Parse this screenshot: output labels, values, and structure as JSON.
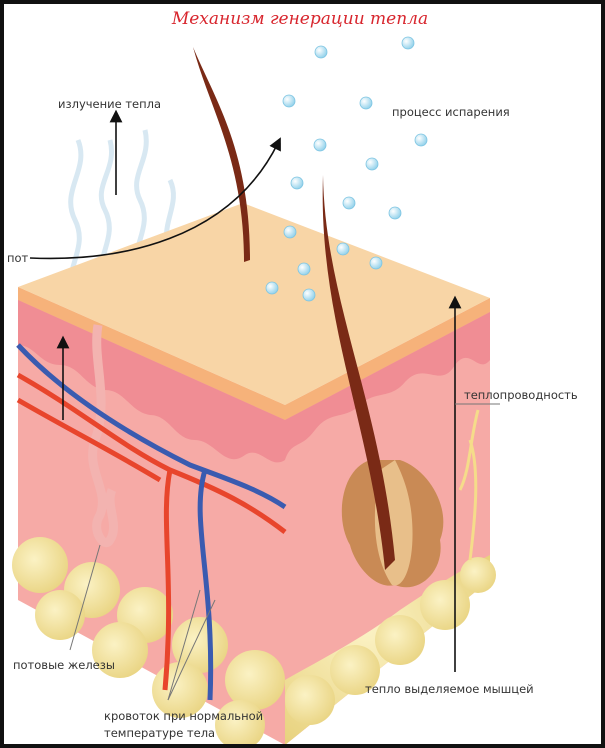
{
  "title": "Механизм генерации тепла",
  "labels": {
    "radiation": "излучение тепла",
    "evaporation": "процесс испарения",
    "sweat": "пот",
    "conduction": "теплопроводность",
    "sweat_glands": "потовые железы",
    "muscle_heat": "тепло выделяемое мышцей",
    "blood_flow_line1": "кровоток при нормальной",
    "blood_flow_line2": "температуре тела"
  },
  "colors": {
    "title": "#d8262e",
    "skin_top": "#f8d5a6",
    "epidermis": "#f08d94",
    "dermis": "#f6aaa6",
    "fat": "#f2e2a0",
    "artery": "#e8452c",
    "vein": "#3a5bb0",
    "hair": "#7a2a16",
    "droplet": "#a8dcef"
  }
}
